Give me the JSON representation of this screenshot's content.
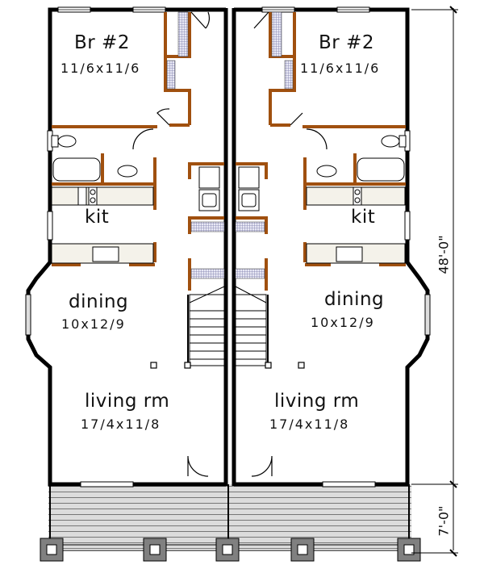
{
  "plan": {
    "type": "duplex floor plan",
    "colors": {
      "exterior_wall": "#000000",
      "interior_wall": "#a0500f",
      "closet_shelf": "#b8b8d8",
      "counter": "#f4f2ea",
      "porch_deck": "#d8d8d8",
      "column": "#808080"
    },
    "units": [
      {
        "side": "left",
        "rooms": {
          "bedroom": {
            "name": "Br #2",
            "dims": "11/6x11/6"
          },
          "kitchen": {
            "name": "kit"
          },
          "dining": {
            "name": "dining",
            "dims": "10x12/9"
          },
          "living": {
            "name": "living rm",
            "dims": "17/4x11/8"
          }
        }
      },
      {
        "side": "right",
        "rooms": {
          "bedroom": {
            "name": "Br #2",
            "dims": "11/6x11/6"
          },
          "kitchen": {
            "name": "kit"
          },
          "dining": {
            "name": "dining",
            "dims": "10x12/9"
          },
          "living": {
            "name": "living rm",
            "dims": "17/4x11/8"
          }
        }
      }
    ],
    "dimensions": {
      "depth": "48'-0\"",
      "porch": "7'-0\""
    }
  }
}
